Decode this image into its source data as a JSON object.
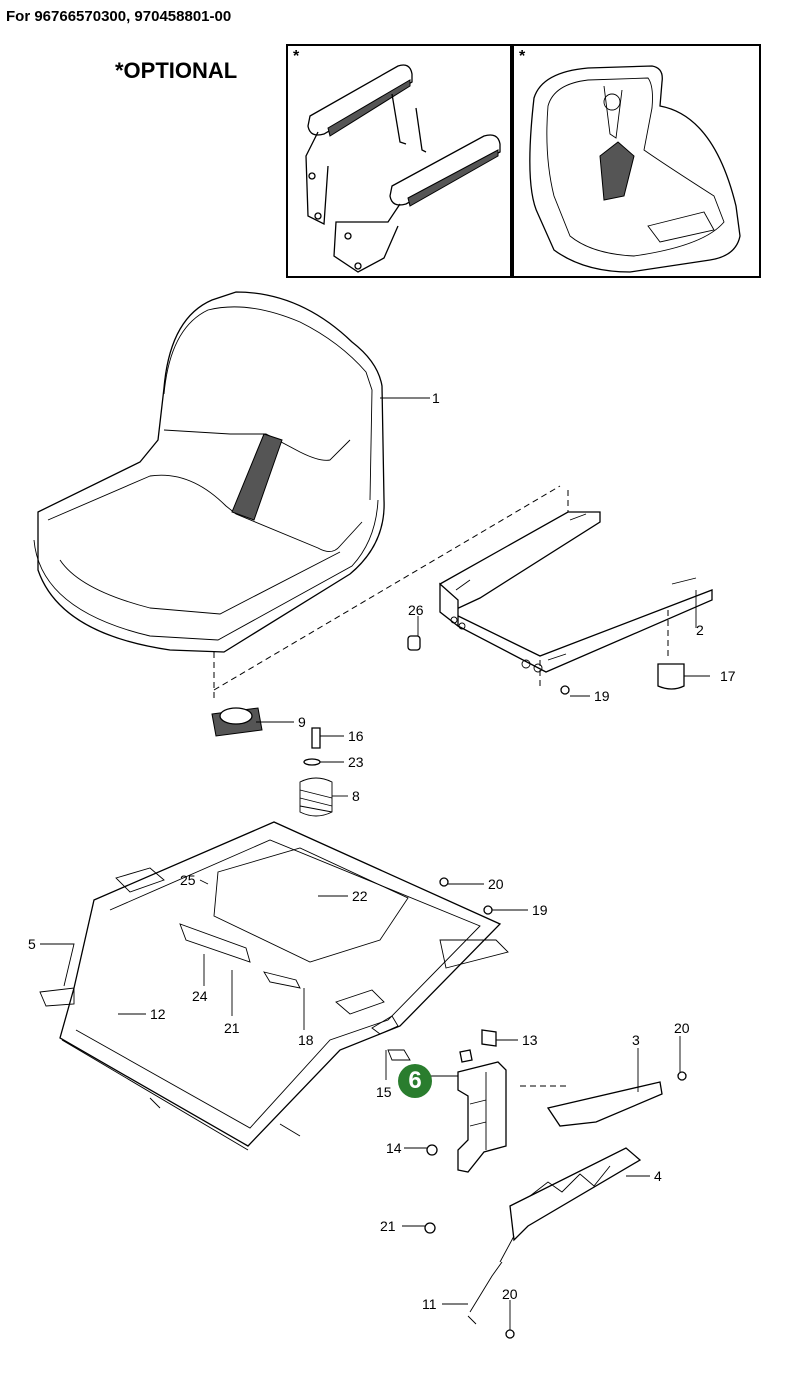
{
  "header": {
    "title": "For 96766570300, 970458801-00"
  },
  "optional": {
    "label": "*OPTIONAL",
    "armrest_star": "*",
    "seat_star": "*"
  },
  "highlight": {
    "label": "6",
    "color": "#2a7d2e"
  },
  "callouts": [
    {
      "id": "c1",
      "label": "1"
    },
    {
      "id": "c2",
      "label": "2"
    },
    {
      "id": "c26",
      "label": "26"
    },
    {
      "id": "c17",
      "label": "17"
    },
    {
      "id": "c19a",
      "label": "19"
    },
    {
      "id": "c9",
      "label": "9"
    },
    {
      "id": "c16",
      "label": "16"
    },
    {
      "id": "c23",
      "label": "23"
    },
    {
      "id": "c8",
      "label": "8"
    },
    {
      "id": "c25",
      "label": "25"
    },
    {
      "id": "c22",
      "label": "22"
    },
    {
      "id": "c20a",
      "label": "20"
    },
    {
      "id": "c19b",
      "label": "19"
    },
    {
      "id": "c5",
      "label": "5"
    },
    {
      "id": "c24",
      "label": "24"
    },
    {
      "id": "c21a",
      "label": "21"
    },
    {
      "id": "c18",
      "label": "18"
    },
    {
      "id": "c12",
      "label": "12"
    },
    {
      "id": "c13",
      "label": "13"
    },
    {
      "id": "c15",
      "label": "15"
    },
    {
      "id": "c3",
      "label": "3"
    },
    {
      "id": "c20b",
      "label": "20"
    },
    {
      "id": "c14",
      "label": "14"
    },
    {
      "id": "c4",
      "label": "4"
    },
    {
      "id": "c21b",
      "label": "21"
    },
    {
      "id": "c11",
      "label": "11"
    },
    {
      "id": "c20c",
      "label": "20"
    }
  ]
}
